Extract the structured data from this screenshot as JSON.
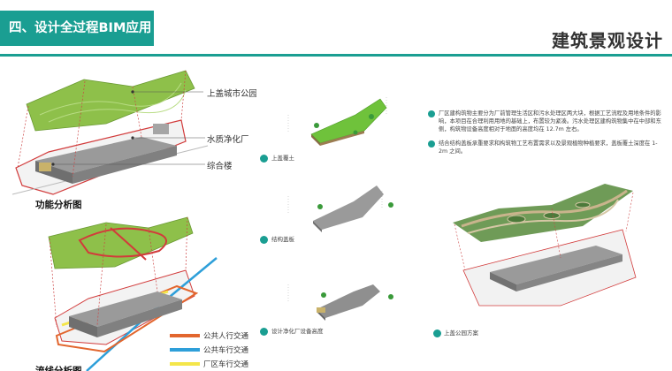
{
  "header": {
    "section_title": "四、设计全过程BIM应用",
    "page_title": "建筑景观设计",
    "accent_color": "#1a9e92"
  },
  "function_diagram": {
    "caption": "功能分析图",
    "callouts": [
      "上盖城市公园",
      "水质净化厂",
      "综合楼"
    ]
  },
  "flow_diagram": {
    "caption": "流线分析图",
    "legend": [
      {
        "label": "公共人行交通",
        "color": "#e2662e"
      },
      {
        "label": "公共车行交通",
        "color": "#2e9fd9"
      },
      {
        "label": "厂区车行交通",
        "color": "#f4e64a"
      }
    ]
  },
  "steps": [
    {
      "label": "上盖覆土"
    },
    {
      "label": "结构盖板"
    },
    {
      "label": "设计净化厂设备高度"
    }
  ],
  "notes": [
    "厂区建构筑物主要分为厂前管理生活区和污水处理区两大块，根据工艺流程及用地条件的影响，本项目在合理利用用地的基础上，布置较为紧凑。污水处理区建构筑物集中在中部和东侧，构筑物设备高度相对于地面的高度均在 12.7m 左右。",
    "结合结构盖板承重要求和构筑物工艺布置需求以及景观植物种植要求，盖板覆土深度在 1-2m 之间。"
  ],
  "park_scheme": {
    "label": "上盖公园方案"
  }
}
